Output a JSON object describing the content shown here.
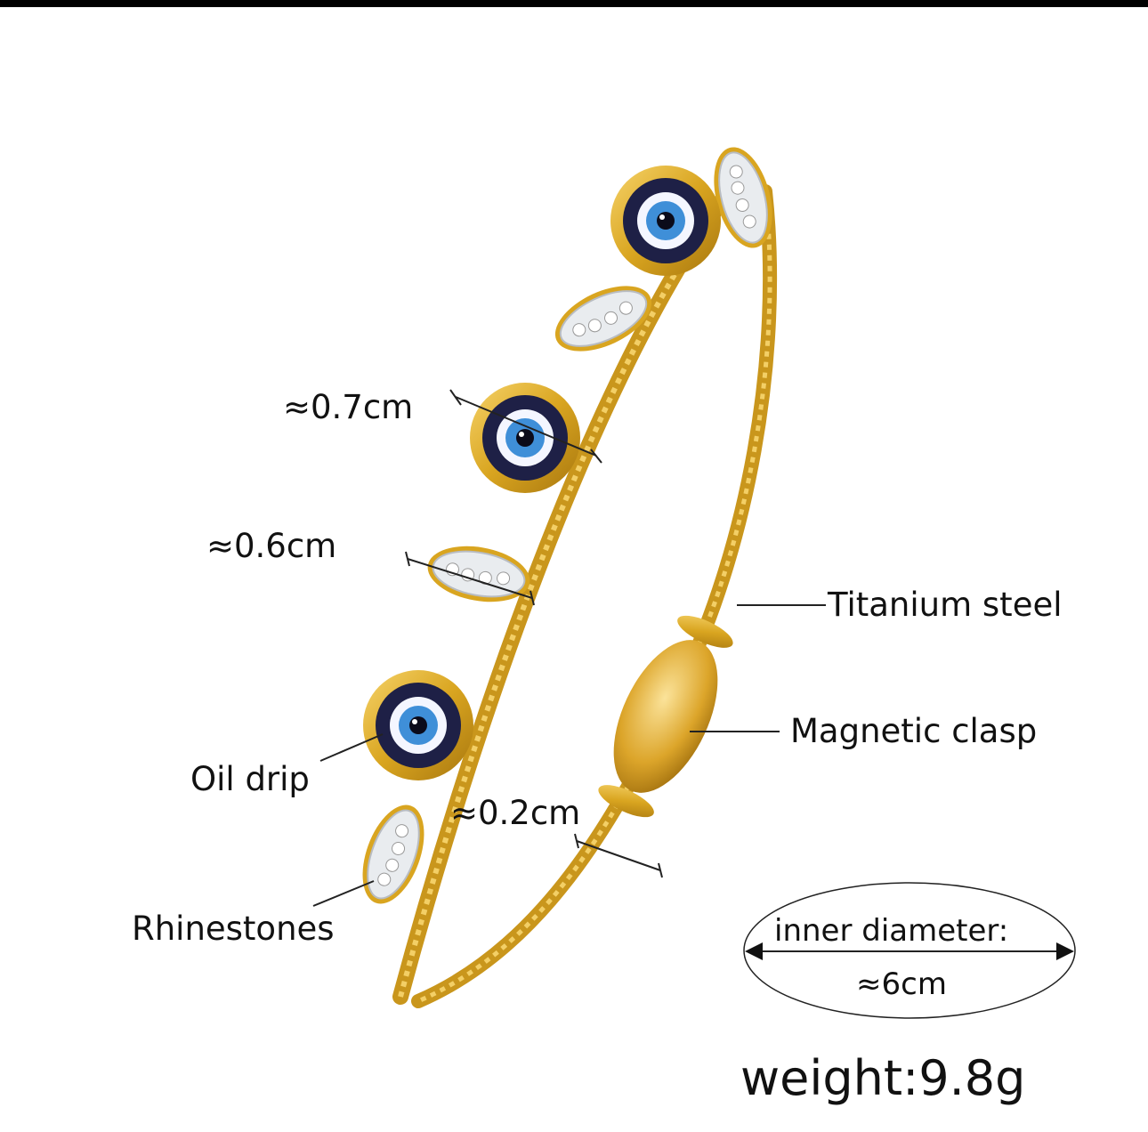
{
  "labels": {
    "bead_eye_size": "≈0.7cm",
    "rhinestone_size": "≈0.6cm",
    "wire_size": "≈0.2cm",
    "material": "Titanium steel",
    "clasp": "Magnetic clasp",
    "oil_drip": "Oil drip",
    "rhinestones": "Rhinestones"
  },
  "diameter": {
    "label": "inner diameter:",
    "value": "≈6cm"
  },
  "weight": "weight:9.8g",
  "colors": {
    "gold": "#d9a520",
    "eye_dark": "#1e2046",
    "eye_blue": "#3f8fd8"
  }
}
